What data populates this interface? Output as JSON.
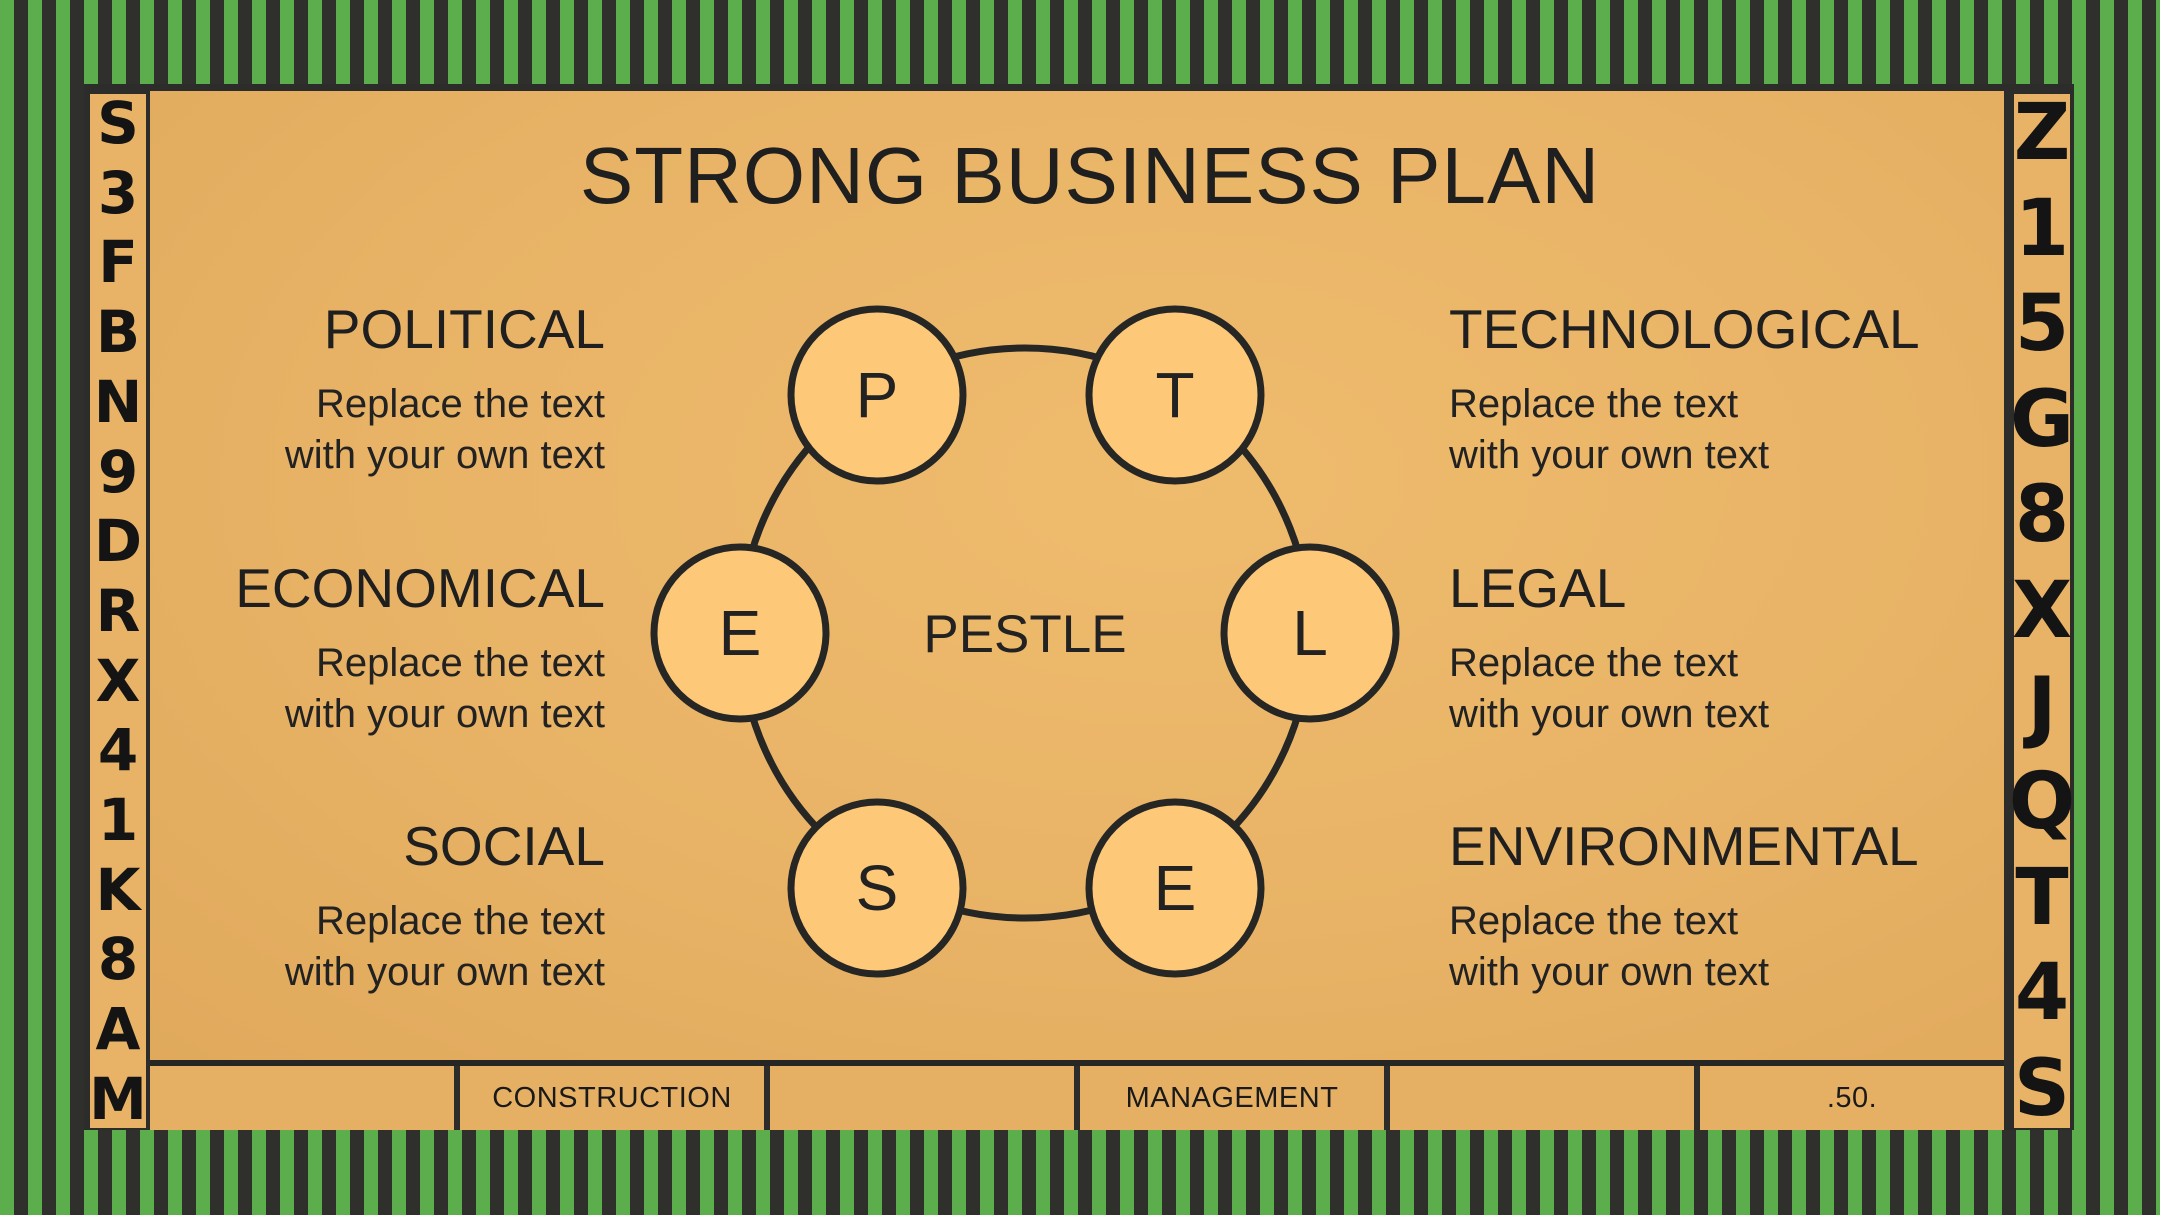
{
  "title": "STRONG BUSINESS PLAN",
  "center_label": "PESTLE",
  "nodes": [
    {
      "letter": "P"
    },
    {
      "letter": "T"
    },
    {
      "letter": "L"
    },
    {
      "letter": "E"
    },
    {
      "letter": "S"
    },
    {
      "letter": "E"
    }
  ],
  "blocks": {
    "political": {
      "head": "POLITICAL",
      "line1": "Replace the text",
      "line2": "with your own text"
    },
    "economical": {
      "head": "ECONOMICAL",
      "line1": "Replace the text",
      "line2": "with your own text"
    },
    "social": {
      "head": "SOCIAL",
      "line1": "Replace the text",
      "line2": "with your own text"
    },
    "technological": {
      "head": "TECHNOLOGICAL",
      "line1": "Replace the text",
      "line2": "with your own text"
    },
    "legal": {
      "head": "LEGAL",
      "line1": "Replace the text",
      "line2": "with your own text"
    },
    "environmental": {
      "head": "ENVIRONMENTAL",
      "line1": "Replace the text",
      "line2": "with your own text"
    }
  },
  "footer": [
    "",
    "CONSTRUCTION",
    "",
    "MANAGEMENT",
    "",
    ".50."
  ],
  "left_strip": [
    "S",
    "3",
    "F",
    "B",
    "N",
    "9",
    "D",
    "R",
    "X",
    "4",
    "1",
    "K",
    "8",
    "A",
    "M"
  ],
  "right_strip": [
    "Z",
    "1",
    "5",
    "G",
    "8",
    "X",
    "J",
    "Q",
    "T",
    "4",
    "S"
  ],
  "colors": {
    "paper": "#e8b366",
    "node_fill": "#fdc979",
    "stroke": "#262624",
    "stripe_green": "#5cae4c",
    "stripe_dark": "#2f2f2c"
  }
}
